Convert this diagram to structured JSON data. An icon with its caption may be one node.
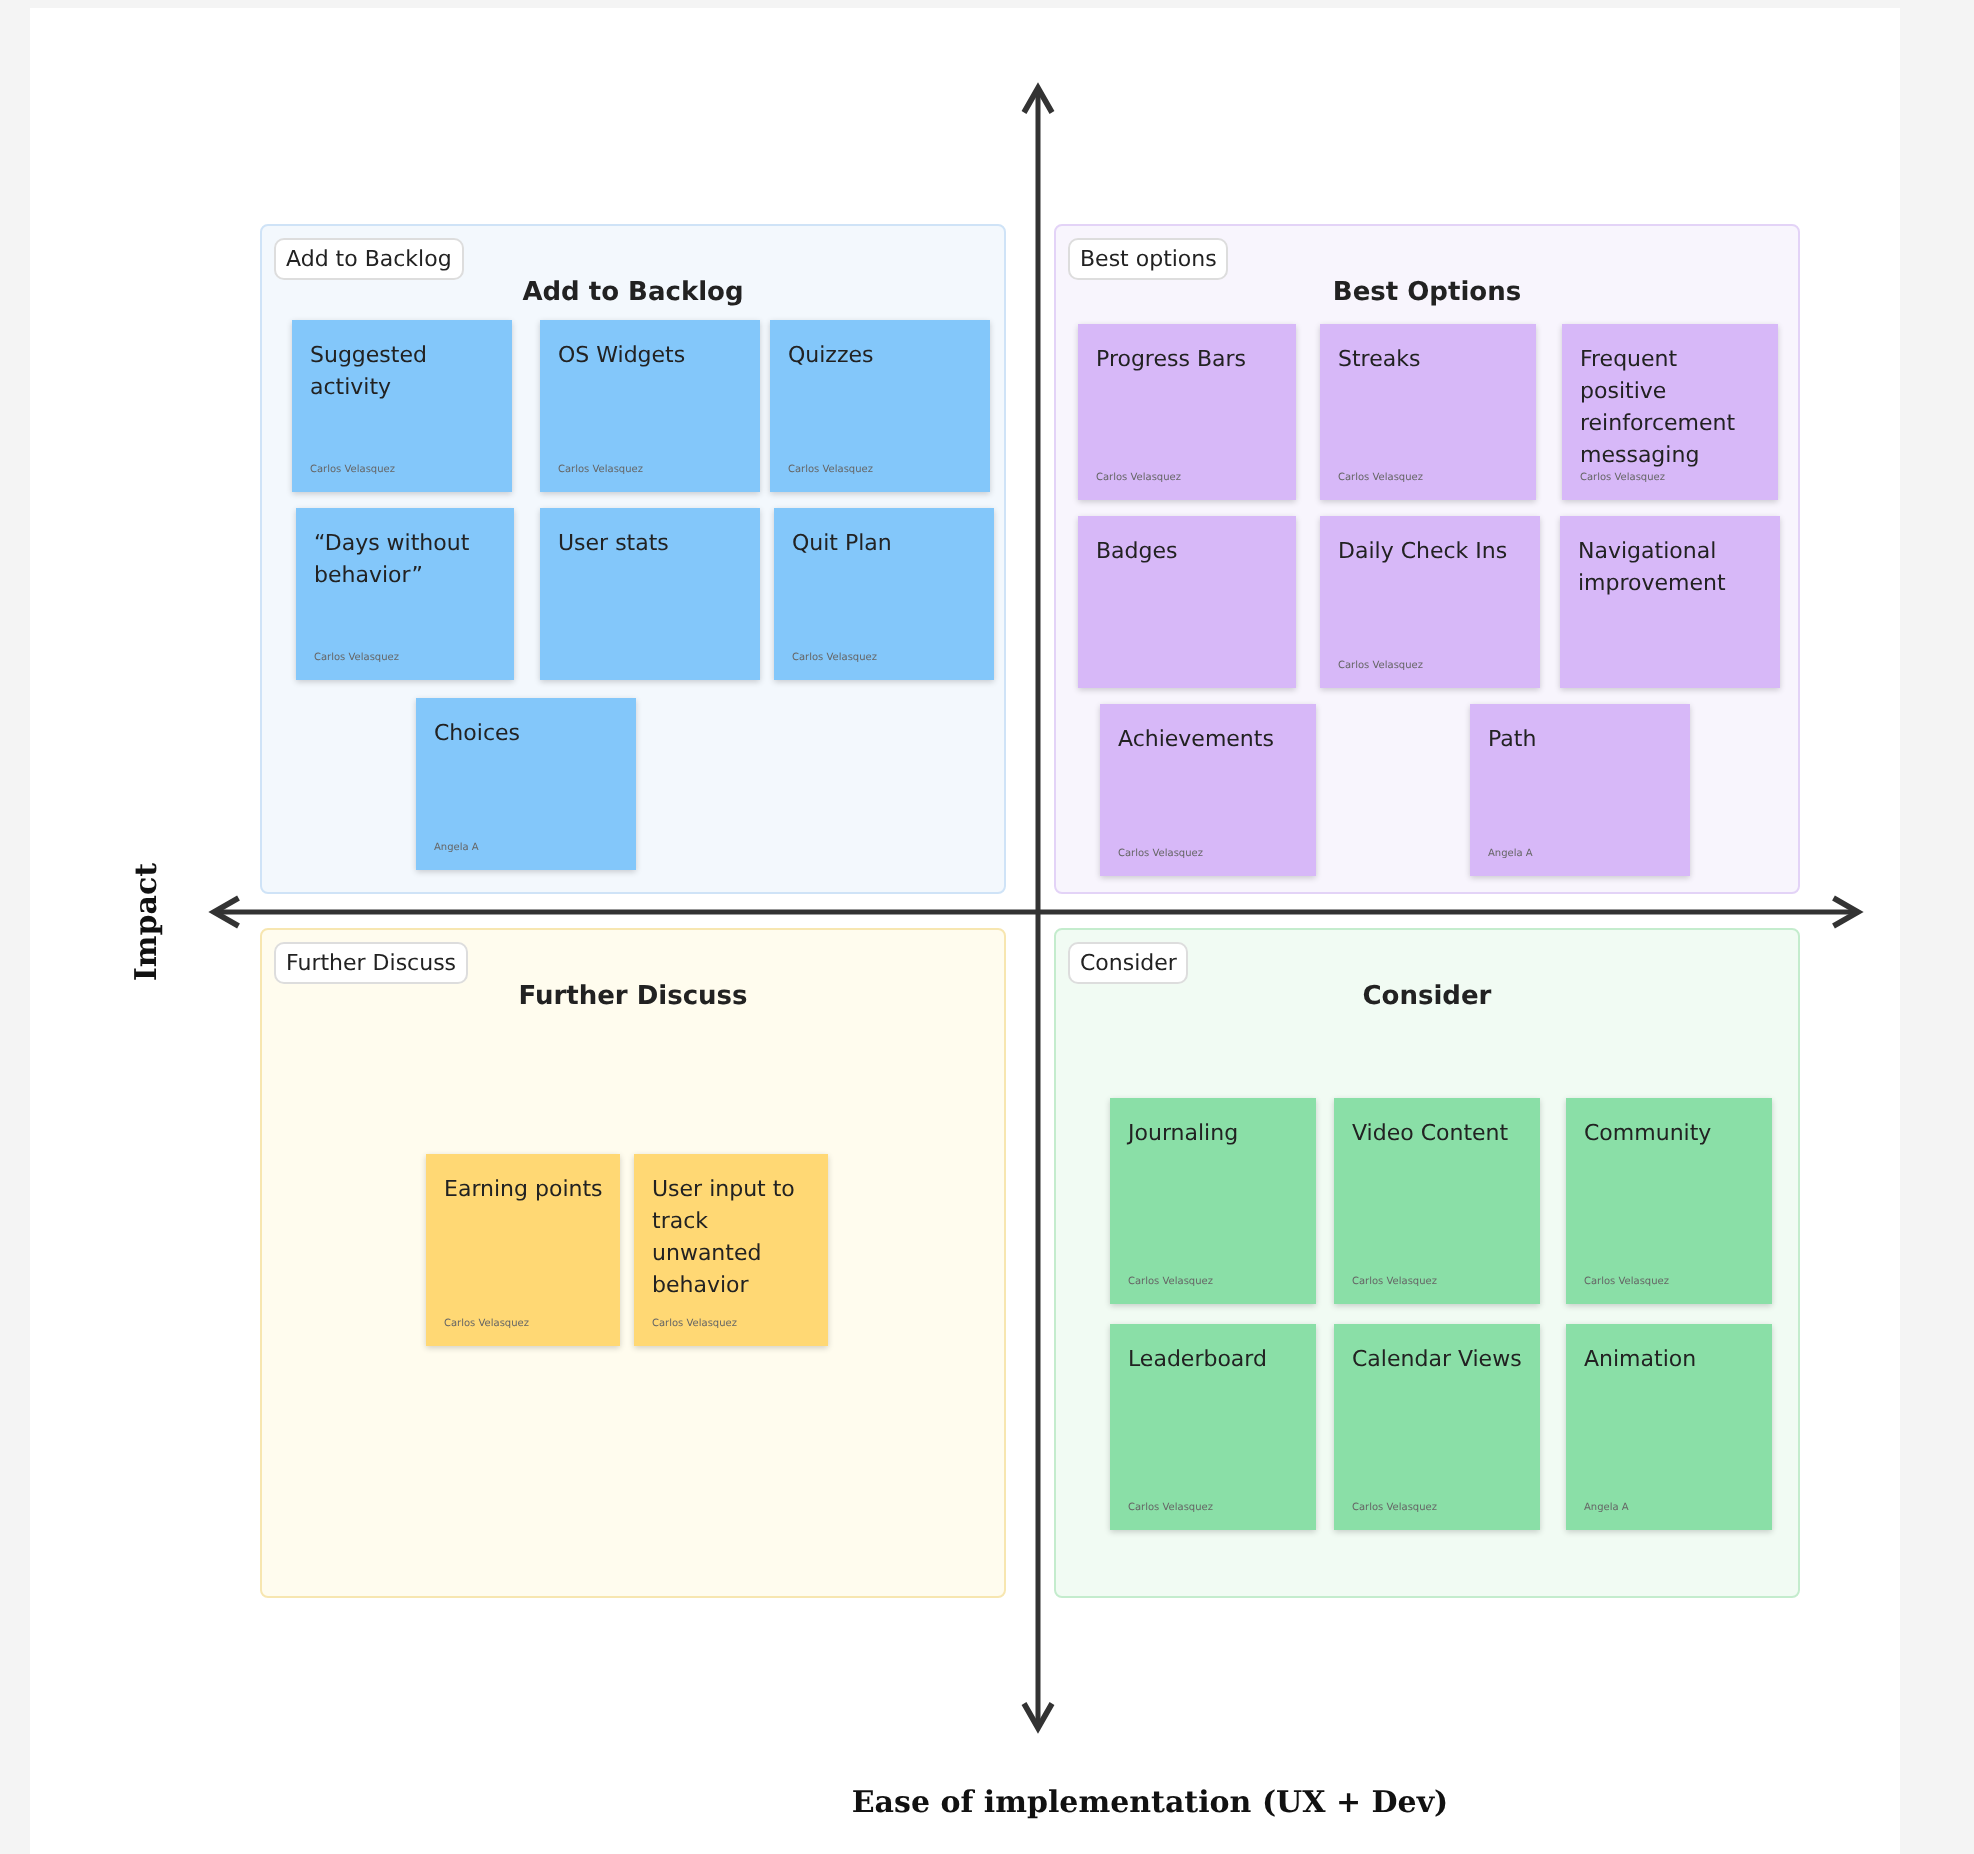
{
  "diagram": {
    "nodes": [
      {
        "text": [
          "Add to Backlog",
          "Add to Backlog"
        ]
      },
      {
        "text": [
          "Suggested activity",
          "Carlos Velasquez"
        ],
        "in": 0
      },
      {
        "text": [
          "OS Widgets",
          "Carlos Velasquez"
        ],
        "in": 0
      },
      {
        "text": [
          "Quizzes",
          "Carlos Velasquez"
        ],
        "in": 0
      },
      {
        "text": [
          "“Days without behavior”",
          "Carlos Velasquez"
        ],
        "in": 0
      },
      {
        "text": [
          "User stats"
        ],
        "in": 0
      },
      {
        "text": [
          "Quit Plan",
          "Carlos Velasquez"
        ],
        "in": 0
      },
      {
        "text": [
          "Choices",
          "Angela A"
        ],
        "in": 0
      },
      {
        "text": [
          "Best options",
          "Best Options"
        ]
      },
      {
        "text": [
          "Progress Bars",
          "Carlos Velasquez"
        ],
        "in": 8
      },
      {
        "text": [
          "Streaks",
          "Carlos Velasquez"
        ],
        "in": 8
      },
      {
        "text": [
          "Frequent positive reinforcement messaging",
          "Carlos Velasquez"
        ],
        "in": 8
      },
      {
        "text": [
          "Badges"
        ],
        "in": 8
      },
      {
        "text": [
          "Achievements",
          "Carlos Velasquez"
        ],
        "in": 8
      },
      {
        "text": [
          "Daily Check Ins",
          "Carlos Velasquez"
        ],
        "in": 8
      },
      {
        "text": [
          "Navigational improvement"
        ],
        "in": 8
      },
      {
        "text": [
          "Path",
          "Angela A"
        ],
        "in": 8
      },
      {
        "text": [
          "Further Discuss",
          "Further Discuss"
        ]
      },
      {
        "text": [
          "Earning points",
          "Carlos Velasquez"
        ],
        "in": 17
      },
      {
        "text": [
          "User input to track unwanted behavior",
          "Carlos Velasquez"
        ],
        "in": 17
      },
      {
        "text": [
          "Consider",
          "Consider"
        ]
      },
      {
        "text": [
          "Journaling",
          "Carlos Velasquez"
        ],
        "in": 20
      },
      {
        "text": [
          "Video Content",
          "Carlos Velasquez"
        ],
        "in": 20
      },
      {
        "text": [
          "Community",
          "Carlos Velasquez"
        ],
        "in": 20
      },
      {
        "text": [
          "Leaderboard",
          "Carlos Velasquez"
        ],
        "in": 20
      },
      {
        "text": [
          "Calendar Views",
          "Carlos Velasquez"
        ],
        "in": 20
      },
      {
        "text": [
          "Animation",
          "Angela A"
        ],
        "in": 20
      }
    ],
    "labels": [
      "Impact",
      "Ease of implementation (UX + Dev)"
    ]
  }
}
